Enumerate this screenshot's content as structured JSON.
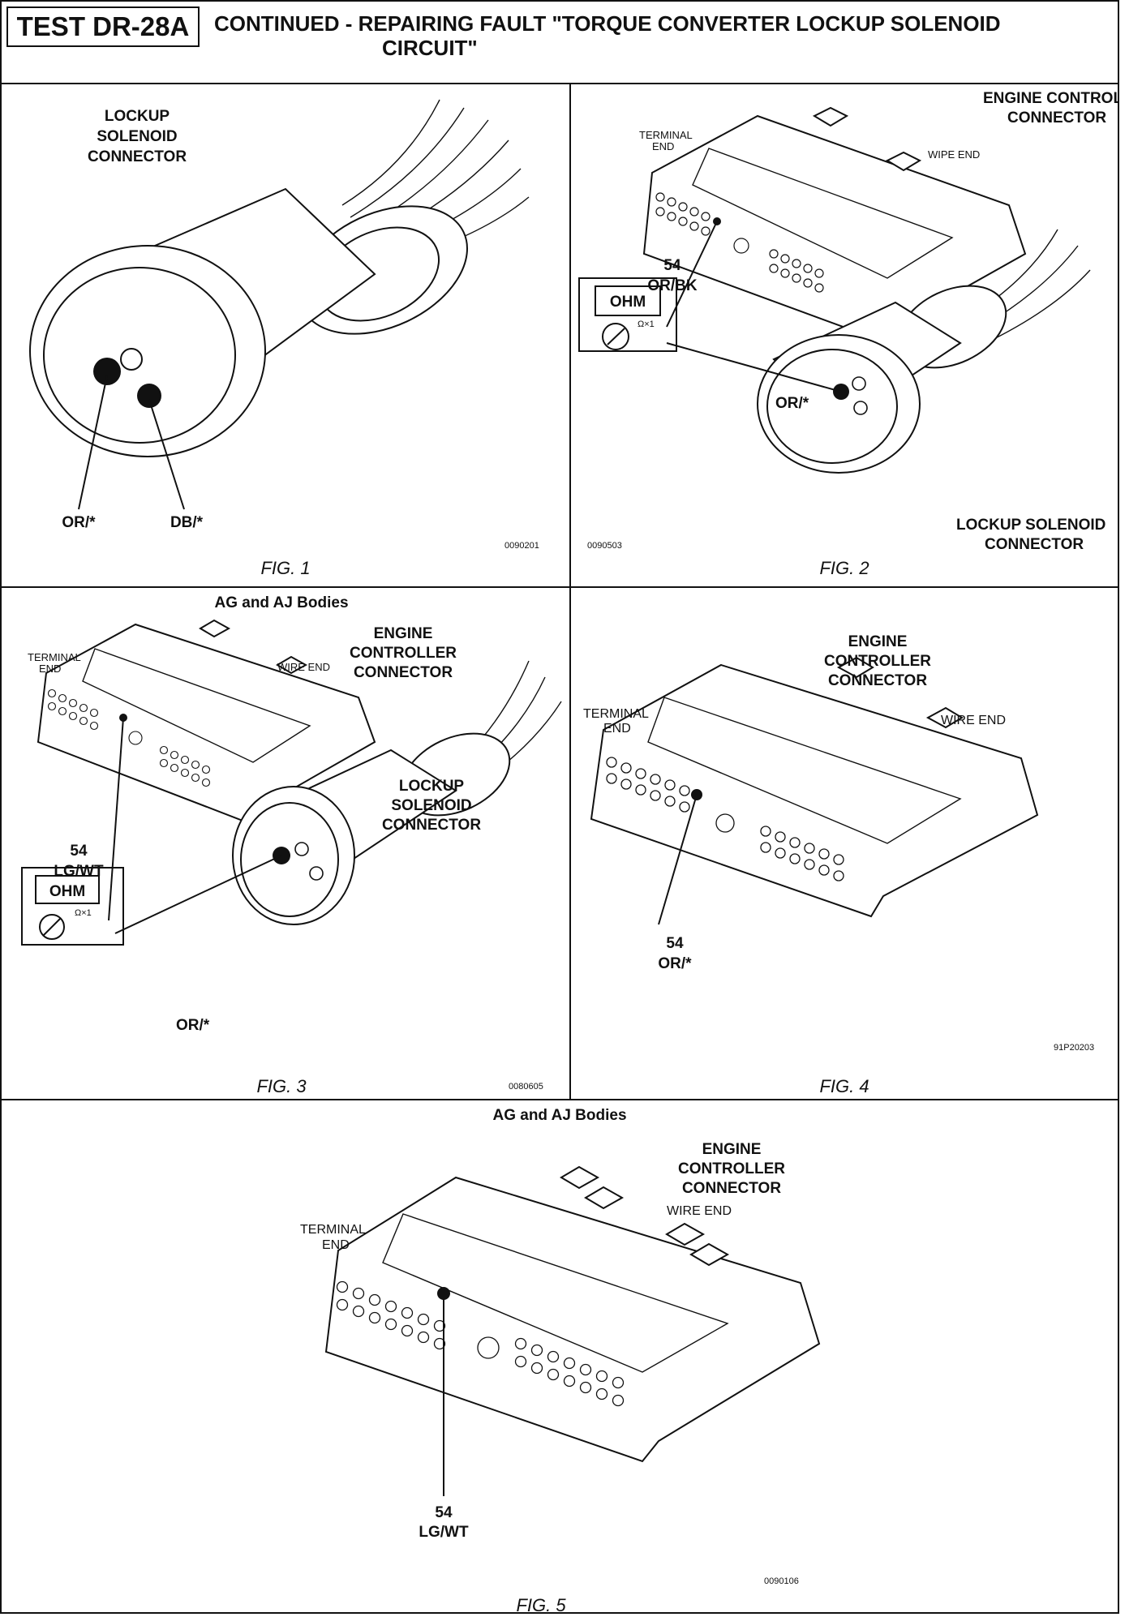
{
  "header": {
    "test_id": "TEST DR-28A",
    "title_line1": "CONTINUED -  REPAIRING FAULT \"TORQUE CONVERTER LOCKUP SOLENOID",
    "title_line2": "CIRCUIT\""
  },
  "fig1": {
    "label_l1": "LOCKUP",
    "label_l2": "SOLENOID",
    "label_l3": "CONNECTOR",
    "wire_left": "OR/*",
    "wire_right": "DB/*",
    "code": "0090201",
    "caption": "FIG. 1"
  },
  "fig2": {
    "ecc_l1": "ENGINE CONTROLLER",
    "ecc_l2": "CONNECTOR",
    "terminal_l1": "TERMINAL",
    "terminal_l2": "END",
    "wire_end": "WIPE END",
    "pin": "54",
    "pin_wire": "OR/BK",
    "meter": "OHM",
    "meter_range": "Ω×1",
    "sol_wire": "OR/*",
    "sol_l1": "LOCKUP SOLENOID",
    "sol_l2": "CONNECTOR",
    "code": "0090503",
    "caption": "FIG. 2"
  },
  "fig3": {
    "subtitle": "AG and AJ Bodies",
    "ecc_l1": "ENGINE",
    "ecc_l2": "CONTROLLER",
    "ecc_l3": "CONNECTOR",
    "terminal_l1": "TERMINAL",
    "terminal_l2": "END",
    "wire_end": "WIRE END",
    "sol_l1": "LOCKUP",
    "sol_l2": "SOLENOID",
    "sol_l3": "CONNECTOR",
    "pin": "54",
    "pin_wire": "LG/WT",
    "meter": "OHM",
    "meter_range": "Ω×1",
    "sol_wire": "OR/*",
    "code": "0080605",
    "caption": "FIG. 3"
  },
  "fig4": {
    "ecc_l1": "ENGINE",
    "ecc_l2": "CONTROLLER",
    "ecc_l3": "CONNECTOR",
    "terminal_l1": "TERMINAL",
    "terminal_l2": "END",
    "wire_end": "WIRE END",
    "pin": "54",
    "pin_wire": "OR/*",
    "code": "91P20203",
    "caption": "FIG. 4"
  },
  "fig5": {
    "subtitle": "AG and AJ Bodies",
    "ecc_l1": "ENGINE",
    "ecc_l2": "CONTROLLER",
    "ecc_l3": "CONNECTOR",
    "terminal_l1": "TERMINAL",
    "terminal_l2": "END",
    "wire_end": "WIRE END",
    "pin": "54",
    "pin_wire": "LG/WT",
    "code": "0090106",
    "caption": "FIG. 5"
  }
}
